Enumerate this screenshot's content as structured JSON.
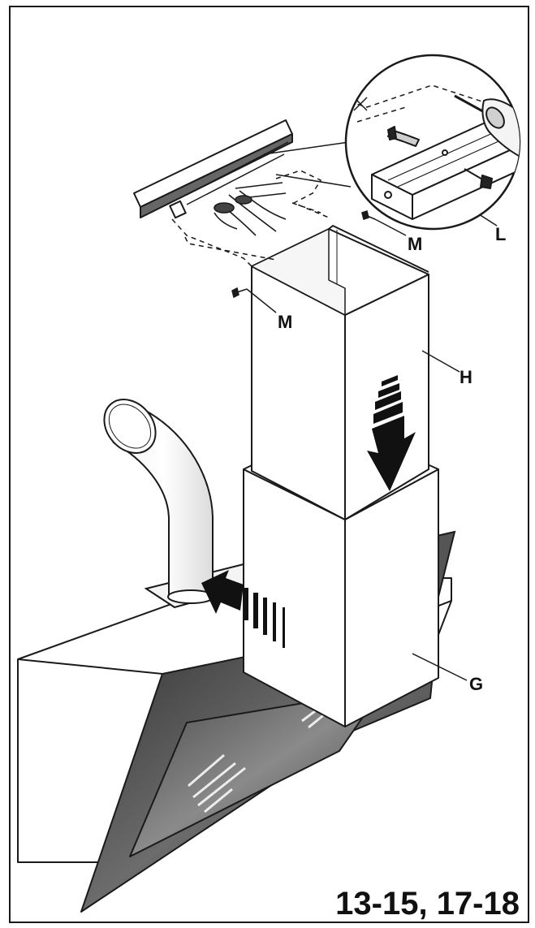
{
  "labels": {
    "bracket": "L",
    "screw_top": "M",
    "screw_left": "M",
    "upper_chimney": "H",
    "lower_chimney": "G"
  },
  "step_numbers": "13-15, 17-18",
  "colors": {
    "line": "#1a1a1a",
    "glass_dark": "#3c3c3c",
    "glass_mid": "#6a6a6a",
    "arrow": "#111111",
    "paper": "#ffffff"
  },
  "icons": {
    "arrow_down": "down-arrow-icon",
    "arrow_left": "left-arrow-icon",
    "drill": "drill-icon"
  }
}
